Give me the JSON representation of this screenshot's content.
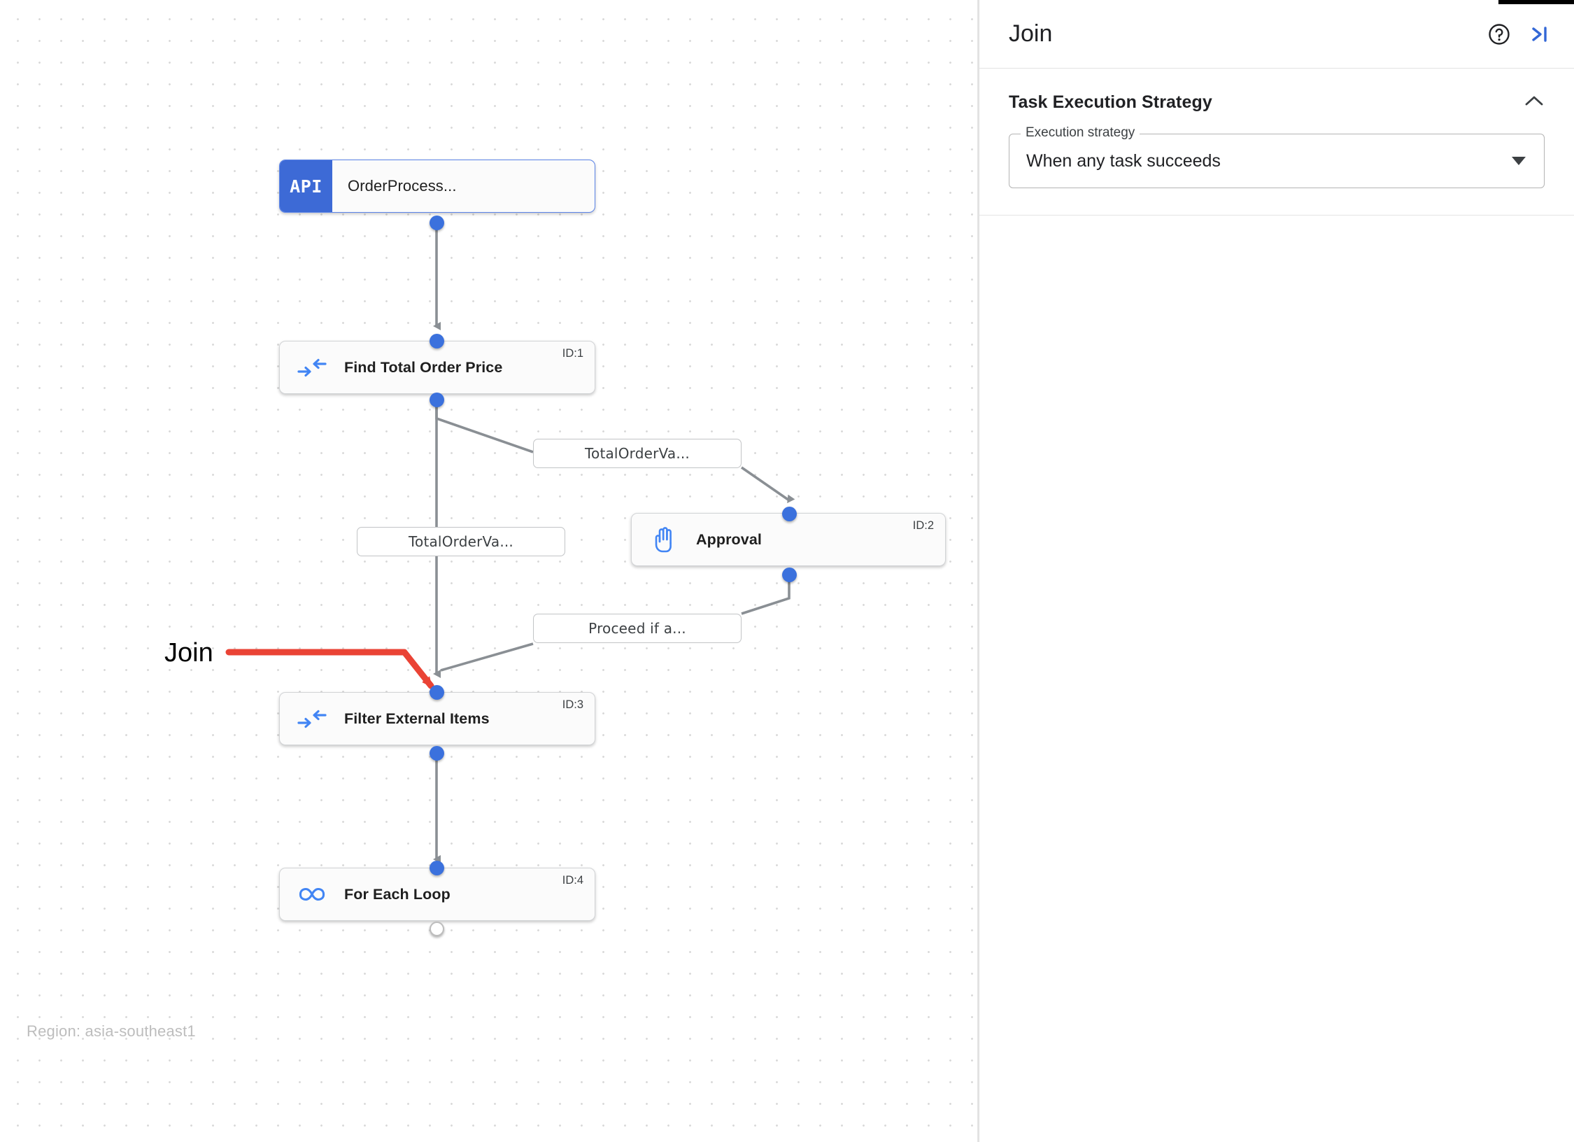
{
  "canvas": {
    "region_label": "Region: asia-southeast1",
    "annotation": {
      "label": "Join",
      "color": "#ea4335"
    },
    "nodes": [
      {
        "id": "trigger",
        "kind": "trigger",
        "badge": "API",
        "title": "OrderProcess...",
        "icon": "api-icon",
        "id_label": ""
      },
      {
        "id": "task1",
        "kind": "task",
        "title": "Find Total Order Price",
        "icon": "merge-arrows-icon",
        "id_label": "ID:1"
      },
      {
        "id": "task2",
        "kind": "task",
        "title": "Approval",
        "icon": "hand-icon",
        "id_label": "ID:2"
      },
      {
        "id": "task3",
        "kind": "task",
        "title": "Filter External Items",
        "icon": "merge-arrows-icon",
        "id_label": "ID:3"
      },
      {
        "id": "task4",
        "kind": "task",
        "title": "For Each Loop",
        "icon": "infinity-icon",
        "id_label": "ID:4"
      }
    ],
    "edge_labels": [
      {
        "id": "e1",
        "text": "TotalOrderVa..."
      },
      {
        "id": "e2",
        "text": "TotalOrderVa..."
      },
      {
        "id": "e3",
        "text": "Proceed if a..."
      }
    ]
  },
  "panel": {
    "title": "Join",
    "help_icon": "help-circle-icon",
    "collapse_icon": "collapse-right-icon",
    "section": {
      "title": "Task Execution Strategy",
      "collapse_icon": "chevron-up-icon",
      "field": {
        "legend": "Execution strategy",
        "value": "When any task succeeds",
        "caret_icon": "chevron-down-icon"
      }
    }
  },
  "colors": {
    "accent_blue": "#3b71dd",
    "trigger_blue": "#3d6ad6",
    "icon_blue": "#4285f4",
    "annotation_red": "#ea4335",
    "edge_gray": "#80868b"
  }
}
